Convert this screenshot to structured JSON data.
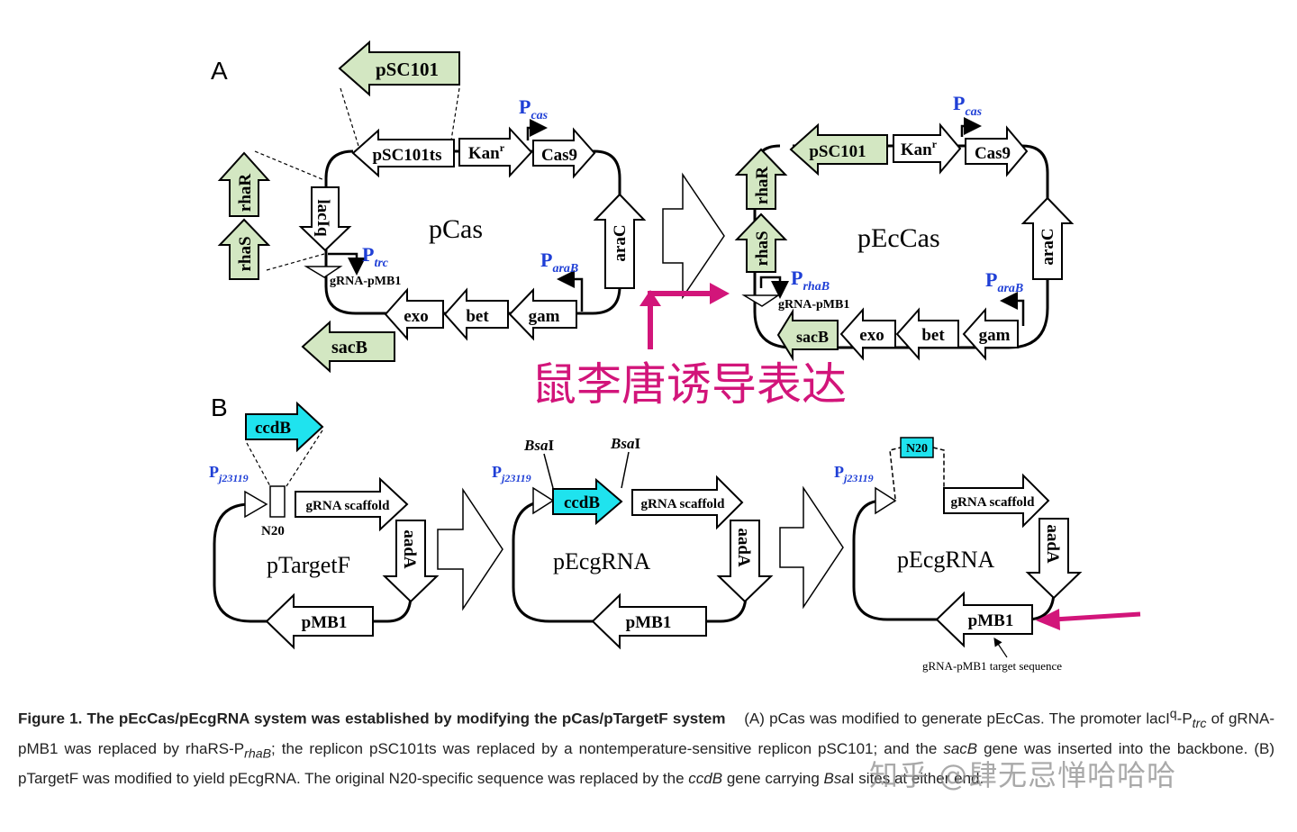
{
  "panels": {
    "a": "A",
    "b": "B"
  },
  "pcas": {
    "name": "pCas",
    "genes": {
      "psc101_top": "pSC101",
      "psc101ts": "pSC101ts",
      "kan": "Kan",
      "kan_sup": "r",
      "cas9": "Cas9",
      "arac": "araC",
      "laclq": "lacIq",
      "rhar": "rhaR",
      "rhas": "rhaS",
      "exo": "exo",
      "bet": "bet",
      "gam": "gam",
      "sacb": "sacB"
    },
    "grna_label": "gRNA-pMB1",
    "promoters": {
      "cas": {
        "p": "P",
        "sub": "cas"
      },
      "trc": {
        "p": "P",
        "sub": "trc"
      },
      "arab": {
        "p": "P",
        "sub": "araB"
      }
    }
  },
  "pecas": {
    "name": "pEcCas",
    "genes": {
      "psc101": "pSC101",
      "kan": "Kan",
      "kan_sup": "r",
      "cas9": "Cas9",
      "arac": "araC",
      "rhar": "rhaR",
      "rhas": "rhaS",
      "sacb": "sacB",
      "exo": "exo",
      "bet": "bet",
      "gam": "gam"
    },
    "grna_label": "gRNA-pMB1",
    "promoters": {
      "cas": {
        "p": "P",
        "sub": "cas"
      },
      "rhab": {
        "p": "P",
        "sub": "rhaB"
      },
      "arab": {
        "p": "P",
        "sub": "araB"
      }
    }
  },
  "annotation_cn": "鼠李唐诱导表达",
  "ptargetf": {
    "name": "pTargetF",
    "ccdb": "ccdB",
    "n20": "N20",
    "scaffold": "gRNA scaffold",
    "aada": "aadA",
    "pmb1": "pMB1",
    "promoter": {
      "p": "P",
      "sub": "j23119"
    }
  },
  "pecgrna1": {
    "name": "pEcgRNA",
    "ccdb": "ccdB",
    "bsa1": "Bsa",
    "bsa1_suffix": "I",
    "bsa2": "Bsa",
    "bsa2_suffix": "I",
    "scaffold": "gRNA scaffold",
    "aada": "aadA",
    "pmb1": "pMB1",
    "promoter": {
      "p": "P",
      "sub": "j23119"
    }
  },
  "pecgrna2": {
    "name": "pEcgRNA",
    "n20": "N20",
    "scaffold": "gRNA scaffold",
    "aada": "aadA",
    "pmb1": "pMB1",
    "promoter": {
      "p": "P",
      "sub": "j23119"
    },
    "target_label": "gRNA-pMB1 target sequence"
  },
  "caption": {
    "title": "Figure 1. The pEcCas/pEcgRNA system was established by modifying the pCas/pTargetF system",
    "t1": "(A) pCas was modified to generate pEcCas. The promoter lacI",
    "t1_sup": "q",
    "t2": "-P",
    "t2_sub": "trc",
    "t3": " of gRNA-pMB1 was replaced by rhaRS-P",
    "t3_sub": "rhaB",
    "t4": "; the replicon pSC101ts was replaced by a nontemperature-sensitive replicon pSC101; and the ",
    "t4_em": "sacB",
    "t5": " gene was inserted into the backbone. (B) pTargetF was modified to yield pEcgRNA. The original N20-specific sequence was replaced by the ",
    "t5_em": "ccdB",
    "t6": " gene carrying ",
    "t6_em": "Bsa",
    "t7": "I sites at either end."
  },
  "watermark": "知乎 @肆无忌惮哈哈哈",
  "colors": {
    "green": "#d3e7c2",
    "cyan": "#1fe3ee",
    "blue": "#1f3fd6",
    "magenta": "#d2157a"
  }
}
